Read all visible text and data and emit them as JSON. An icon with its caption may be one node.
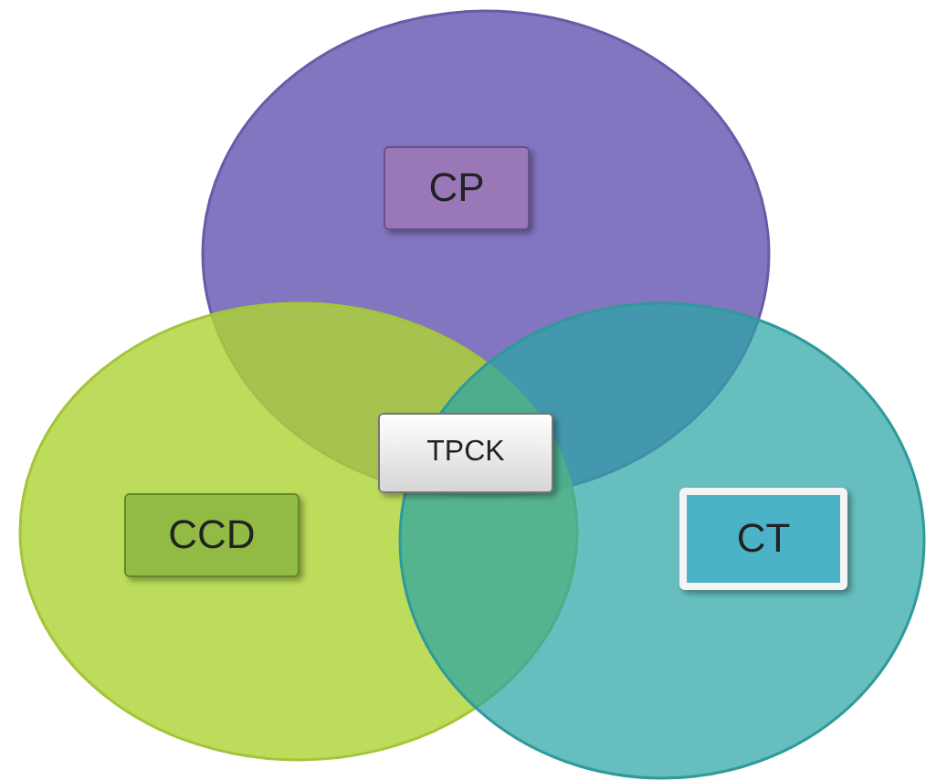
{
  "diagram": {
    "nodes": [
      {
        "text": [],
        "shape": "circle"
      },
      {
        "text": [
          "CP"
        ],
        "in": 0
      },
      {
        "text": [],
        "shape": "circle"
      },
      {
        "text": [
          "CCD"
        ],
        "in": 2
      },
      {
        "text": [],
        "shape": "circle"
      },
      {
        "text": [
          "CT"
        ],
        "in": 4
      },
      {
        "text": [
          "TPCK"
        ]
      }
    ],
    "edges": []
  }
}
